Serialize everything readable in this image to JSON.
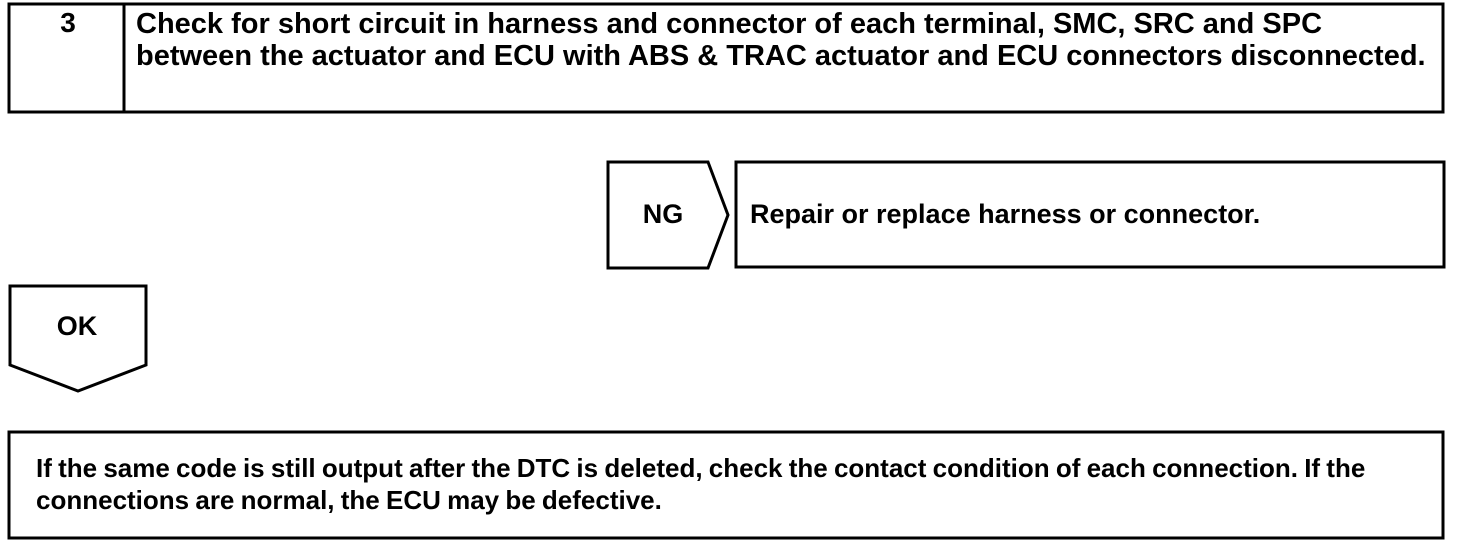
{
  "step": {
    "number": "3",
    "title": "Check for short circuit in harness and connector of each terminal, SMC, SRC and SPC between the actuator and ECU with ABS & TRAC actuator and ECU connectors disconnected."
  },
  "ng_branch": {
    "label": "NG",
    "action": "Repair or replace harness or connector."
  },
  "ok_branch": {
    "label": "OK"
  },
  "final_note": "If the same code is still output after the DTC is deleted, check the contact condition of each connection. If the connections are normal, the ECU may be defective."
}
